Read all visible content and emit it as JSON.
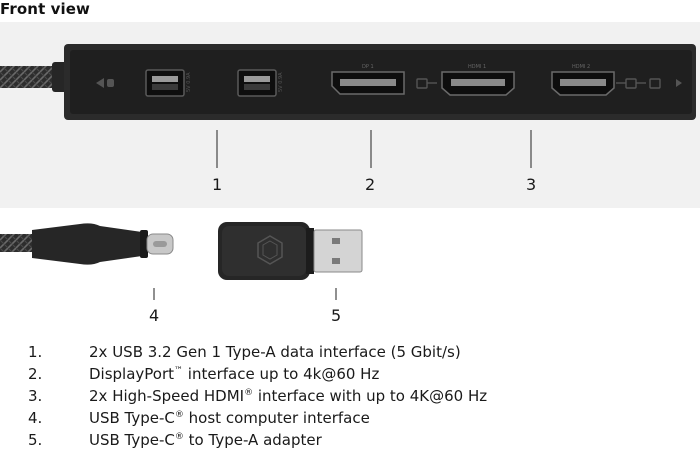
{
  "heading": "Front view",
  "callouts": [
    "1",
    "2",
    "3",
    "4",
    "5"
  ],
  "features": [
    {
      "num": "1.",
      "text": "2x USB 3.2 Gen 1 Type-A data interface (5 Gbit/s)"
    },
    {
      "num": "2.",
      "text_a": "DisplayPort",
      "mark": "™",
      "text_b": " interface up to 4k@60 Hz"
    },
    {
      "num": "3.",
      "text_a": "2x High-Speed HDMI",
      "mark": "®",
      "text_b": " interface with up to 4K@60 Hz"
    },
    {
      "num": "4.",
      "text_a": "USB Type-C",
      "mark": "®",
      "text_b": " host computer interface"
    },
    {
      "num": "5.",
      "text_a": "USB Type-C",
      "mark": "®",
      "text_b": " to Type-A adapter"
    }
  ],
  "port_labels": {
    "usb": "5V 0.9A",
    "dp": "DP 1",
    "hdmi1": "HDMI 1",
    "hdmi2": "HDMI 2"
  },
  "colors": {
    "hub_body": "#2b2b2b",
    "hub_face": "#1e1e1e",
    "background": "#f1f1f1",
    "cable": "#3a3a3a"
  }
}
